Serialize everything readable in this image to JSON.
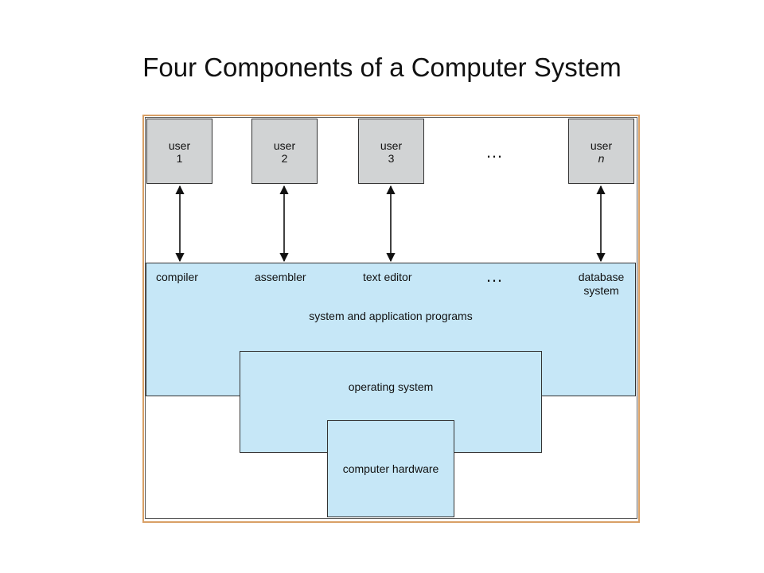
{
  "title": "Four Components of a Computer System",
  "users": [
    {
      "word": "user",
      "id": "1"
    },
    {
      "word": "user",
      "id": "2"
    },
    {
      "word": "user",
      "id": "3"
    },
    {
      "word": "user",
      "id": "n"
    }
  ],
  "ellipsis": "…",
  "programs": {
    "items": [
      "compiler",
      "assembler",
      "text editor",
      "database system"
    ],
    "label": "system and application programs"
  },
  "os_label": "operating system",
  "hardware_label": "computer hardware",
  "colors": {
    "frame_border": "#d9a066",
    "user_fill": "#d1d3d4",
    "layer_fill": "#c6e7f7"
  }
}
